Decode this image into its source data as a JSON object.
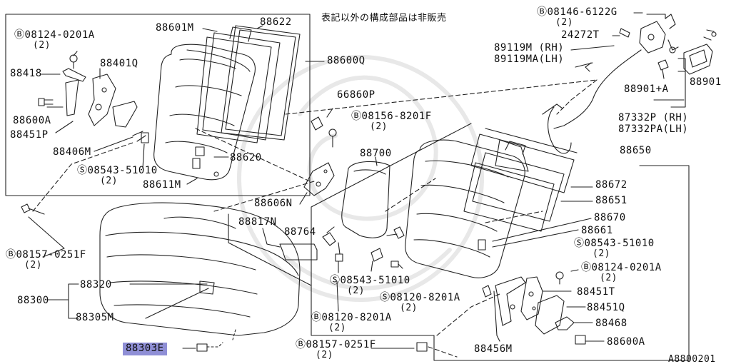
{
  "header_note": "表記以外の構成部品は非販売",
  "diagram_id": "A8800201",
  "highlight_color": "#8f8fd6",
  "labels": {
    "p08124_0201A_left": "Ⓑ08124-0201A",
    "p08124_0201A_left_qty": "(2)",
    "p88418": "88418",
    "p88401Q": "88401Q",
    "p88600A_left": "88600A",
    "p88451P": "88451P",
    "p88406M": "88406M",
    "p08543_51010_left": "Ⓢ08543-51010",
    "p08543_51010_left_qty": "(2)",
    "p88611M": "88611M",
    "p88620": "88620",
    "p88601M": "88601M",
    "p88622": "88622",
    "p88600Q": "88600Q",
    "p66860P": "66860P",
    "p08156_8201F": "Ⓑ08156-8201F",
    "p08156_8201F_qty": "(2)",
    "p88606N": "88606N",
    "p88700": "88700",
    "p88817N": "88817N",
    "p88764": "88764",
    "p08543_51010_mid": "Ⓢ08543-51010",
    "p08543_51010_mid_qty": "(2)",
    "p08120_8201A_mid": "Ⓢ08120-8201A",
    "p08120_8201A_mid_qty": "(2)",
    "p08120_8201A_low": "Ⓑ08120-8201A",
    "p08120_8201A_low_qty": "(2)",
    "p08157_0251F_left": "Ⓑ08157-0251F",
    "p08157_0251F_left_qty": "(2)",
    "p08157_0251F_low": "Ⓑ08157-0251F",
    "p08157_0251F_low_qty": "(2)",
    "p88300": "88300",
    "p88320": "88320",
    "p88305M": "88305M",
    "p88303E": "88303E",
    "p08146_6122G": "Ⓑ08146-6122G",
    "p08146_6122G_qty": "(2)",
    "p24272T": "24272T",
    "p89119M": "89119M (RH)",
    "p89119MA": "89119MA(LH)",
    "p88901": "88901",
    "p88901A": "88901+A",
    "p87332P": "87332P (RH)",
    "p87332PA": "87332PA(LH)",
    "p88650": "88650",
    "p88672": "88672",
    "p88651": "88651",
    "p88670": "88670",
    "p88661": "88661",
    "p08543_51010_right": "Ⓢ08543-51010",
    "p08543_51010_right_qty": "(2)",
    "p08124_0201A_right": "Ⓑ08124-0201A",
    "p08124_0201A_right_qty": "(2)",
    "p88451T": "88451T",
    "p88451Q": "88451Q",
    "p88468": "88468",
    "p88600A_right": "88600A",
    "p88456M": "88456M"
  }
}
